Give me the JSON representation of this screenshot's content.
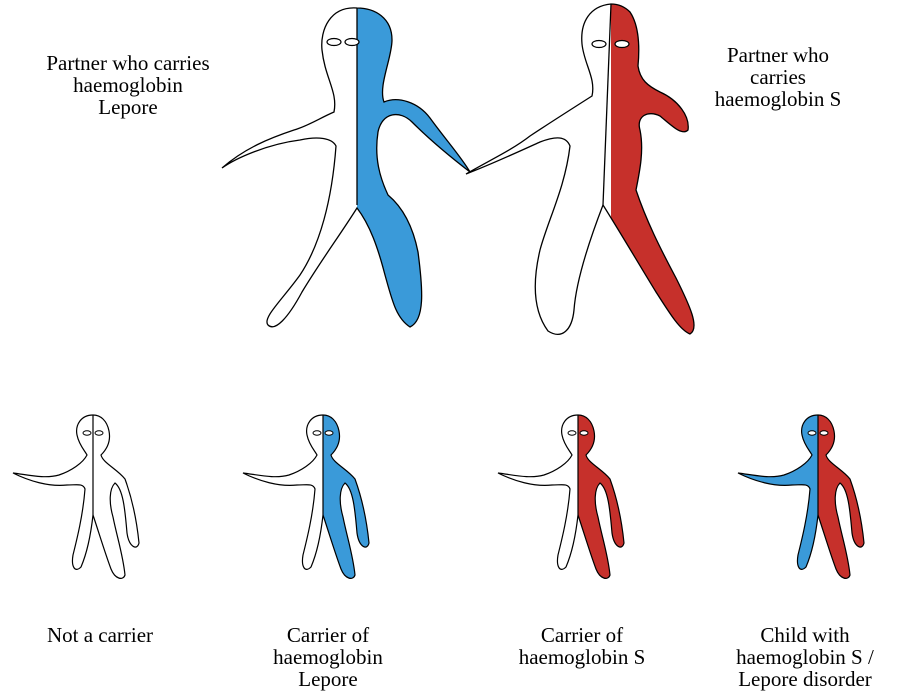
{
  "colors": {
    "lepore": "#3A9AD9",
    "s": "#C6302B",
    "none": "#FFFFFF",
    "outline": "#000000"
  },
  "parents": [
    {
      "label_lines": [
        "Partner who carries",
        "haemoglobin",
        "Lepore"
      ],
      "left": "none",
      "right": "lepore"
    },
    {
      "label_lines": [
        "Partner who",
        "carries",
        "haemoglobin S"
      ],
      "left": "none",
      "right": "s"
    }
  ],
  "children": [
    {
      "label_lines": [
        "Not a carrier"
      ],
      "left": "none",
      "right": "none"
    },
    {
      "label_lines": [
        "Carrier of",
        "haemoglobin",
        "Lepore"
      ],
      "left": "none",
      "right": "lepore"
    },
    {
      "label_lines": [
        "Carrier of",
        "haemoglobin S"
      ],
      "left": "none",
      "right": "s"
    },
    {
      "label_lines": [
        "Child with",
        "haemoglobin S /",
        "Lepore disorder"
      ],
      "left": "lepore",
      "right": "s"
    }
  ]
}
